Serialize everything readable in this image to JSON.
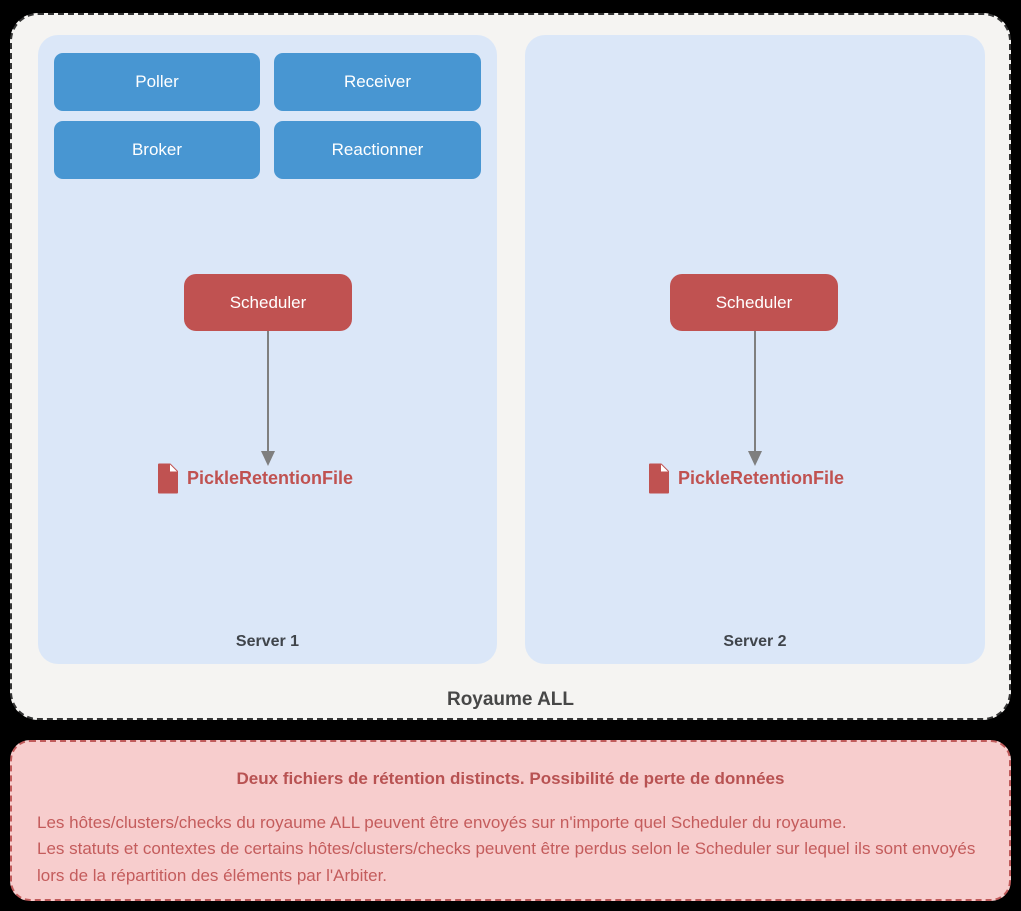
{
  "diagram": {
    "royaume_label": "Royaume ALL",
    "server1": {
      "label": "Server 1",
      "daemons": [
        {
          "label": "Poller"
        },
        {
          "label": "Receiver"
        },
        {
          "label": "Broker"
        },
        {
          "label": "Reactionner"
        }
      ],
      "scheduler_label": "Scheduler",
      "retention_file_label": "PickleRetentionFile"
    },
    "server2": {
      "label": "Server 2",
      "scheduler_label": "Scheduler",
      "retention_file_label": "PickleRetentionFile"
    },
    "icons": {
      "file_icon": "document-file-icon",
      "arrow_icon": "down-arrow-icon"
    }
  },
  "warning": {
    "title": "Deux fichiers de rétention distincts. Possibilité de perte de données",
    "paragraphs": [
      "Les hôtes/clusters/checks du royaume ALL peuvent être envoyés sur n'importe quel Scheduler du royaume.",
      "Les statuts et contextes de certains hôtes/clusters/checks peuvent être perdus selon le Scheduler sur lequel ils sont envoyés lors de la répartition des éléments par l'Arbiter."
    ]
  },
  "colors": {
    "daemon_blue": "#4896d2",
    "scheduler_red": "#c05251",
    "panel_blue": "#dbe7f8",
    "royaume_bg": "#f5f4f2",
    "royaume_border": "#343434",
    "arrow_gray": "#7f7f7f",
    "label_dark": "#474747",
    "label_slate": "#40454b",
    "warning_bg": "#f7cdcd",
    "warning_border": "#c05b5b",
    "warning_title": "#b85252",
    "warning_text": "#c45c5c"
  }
}
